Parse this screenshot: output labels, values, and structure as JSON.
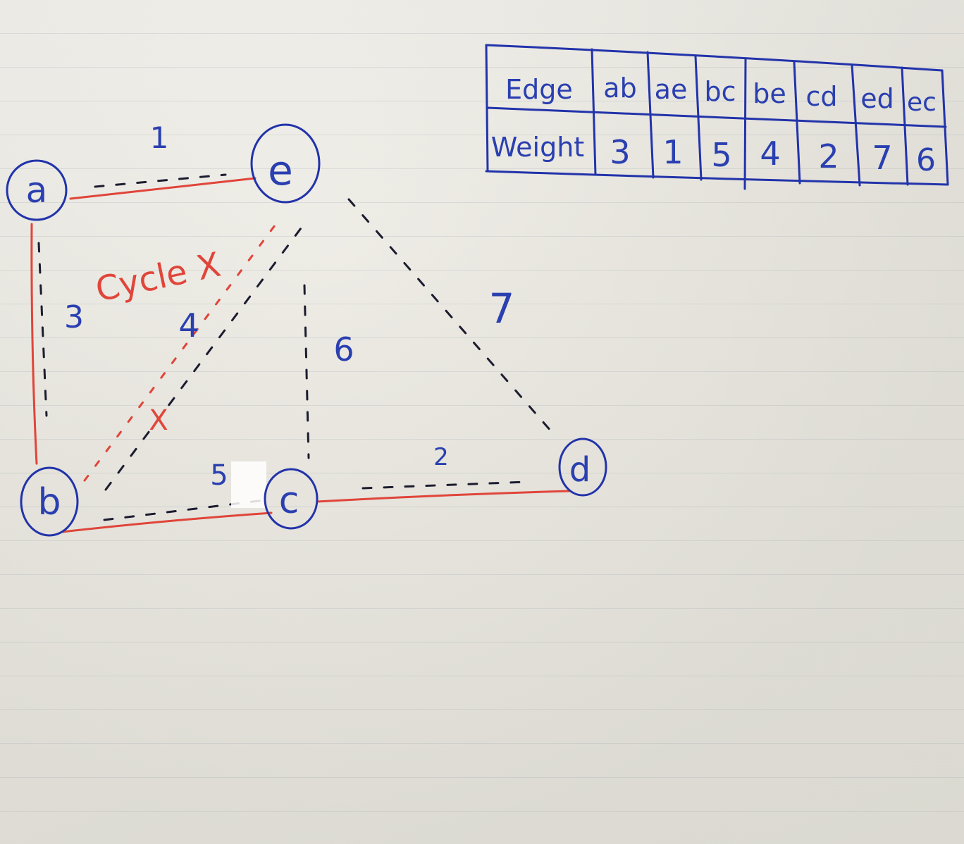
{
  "nodes": [
    {
      "id": "a",
      "label": "a"
    },
    {
      "id": "e",
      "label": "e"
    },
    {
      "id": "b",
      "label": "b"
    },
    {
      "id": "c",
      "label": "c"
    },
    {
      "id": "d",
      "label": "d"
    }
  ],
  "edges": [
    {
      "id": "ae",
      "from": "a",
      "to": "e",
      "weight": "1",
      "in_tree": true
    },
    {
      "id": "ab",
      "from": "a",
      "to": "b",
      "weight": "3",
      "in_tree": true
    },
    {
      "id": "be",
      "from": "b",
      "to": "e",
      "weight": "4",
      "in_tree": false,
      "rejected": true
    },
    {
      "id": "ec",
      "from": "e",
      "to": "c",
      "weight": "6",
      "in_tree": false
    },
    {
      "id": "ed",
      "from": "e",
      "to": "d",
      "weight": "7",
      "in_tree": false
    },
    {
      "id": "bc",
      "from": "b",
      "to": "c",
      "weight": "5",
      "in_tree": true
    },
    {
      "id": "cd",
      "from": "c",
      "to": "d",
      "weight": "2",
      "in_tree": true
    }
  ],
  "annotations": {
    "cycle_note": "Cycle X",
    "reject_mark": "X"
  },
  "table": {
    "row_headers": [
      "Edge",
      "Weight"
    ],
    "columns": [
      {
        "edge": "ab",
        "weight": "3"
      },
      {
        "edge": "ae",
        "weight": "1"
      },
      {
        "edge": "bc",
        "weight": "5"
      },
      {
        "edge": "be",
        "weight": "4"
      },
      {
        "edge": "cd",
        "weight": "2"
      },
      {
        "edge": "ed",
        "weight": "7"
      },
      {
        "edge": "ec",
        "weight": "6"
      }
    ]
  },
  "colors": {
    "ink_blue": "#2233aa",
    "ink_black": "#1c1c30",
    "ink_red": "#e0453a"
  }
}
